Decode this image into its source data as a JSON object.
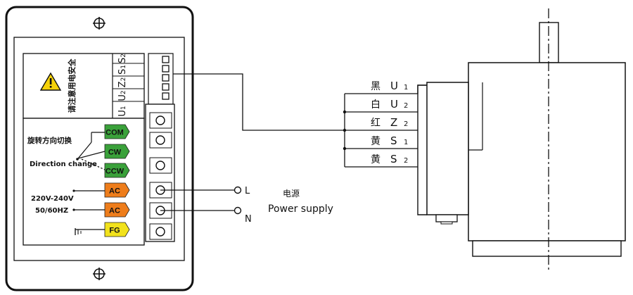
{
  "controller": {
    "warning_text": "请注意用电安全",
    "connector_pins": [
      "U1",
      "U2",
      "Z2",
      "S1",
      "S2"
    ],
    "direction_label_cn": "旋转方向切换",
    "direction_label_en": "Direction change",
    "voltage_label": "220V-240V",
    "frequency_label": "50/60HZ",
    "terminal_tags": [
      "COM",
      "CW",
      "CCW",
      "AC",
      "AC",
      "FG"
    ],
    "terminal_colors": [
      "#3aa13a",
      "#3aa13a",
      "#3aa13a",
      "#ee7d1b",
      "#ee7d1b",
      "#f2e21c"
    ]
  },
  "power": {
    "label_cn": "电源",
    "label_en": "Power supply",
    "line_label": "L",
    "neutral_label": "N"
  },
  "motor_leads": [
    {
      "color": "黑",
      "letter": "U",
      "sub": "1"
    },
    {
      "color": "白",
      "letter": "U",
      "sub": "2"
    },
    {
      "color": "红",
      "letter": "Z",
      "sub": "2"
    },
    {
      "color": "黄",
      "letter": "S",
      "sub": "1"
    },
    {
      "color": "黄",
      "letter": "S",
      "sub": "2"
    }
  ]
}
